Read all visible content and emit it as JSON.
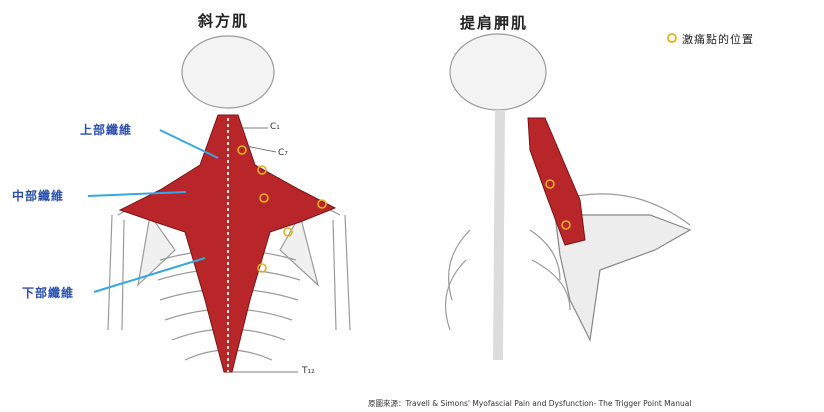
{
  "left_figure": {
    "title": "斜方肌",
    "labels": {
      "upper": "上部纖維",
      "middle": "中部纖維",
      "lower": "下部纖維"
    },
    "vertebra_marks": {
      "c1": "C₁",
      "c7": "C₇",
      "t12": "T₁₂"
    }
  },
  "right_figure": {
    "title": "提肩胛肌"
  },
  "legend": {
    "text": "激痛點的位置",
    "marker_color": "#e0b020"
  },
  "source_credit": "原圖來源：Travell & Simons' Myofascial Pain and Dysfunction- The Trigger Point Manual",
  "colors": {
    "muscle": "#b8262a",
    "label_blue": "#2a4fae",
    "pointer_line": "#3aa6e0",
    "trigger_point": "#e0b020"
  }
}
